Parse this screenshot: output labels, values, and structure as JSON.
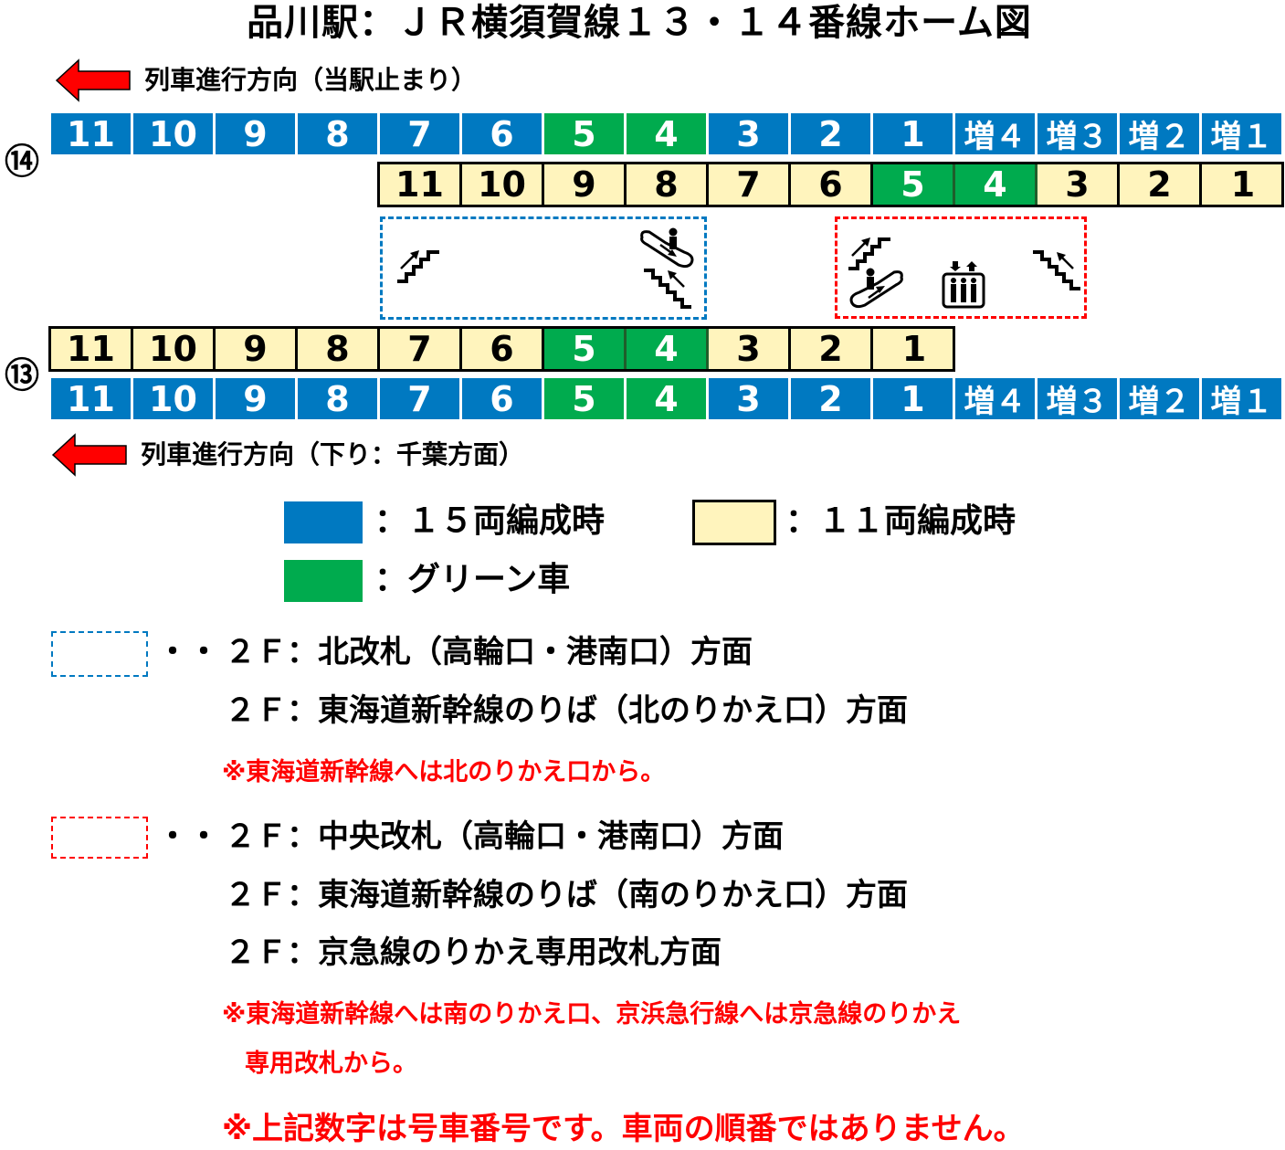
{
  "title": "品川駅：ＪＲ横須賀線１３・１４番線ホーム図",
  "direction_top": {
    "label": "列車進行方向（当駅止まり）",
    "arrow_color": "#ff0000"
  },
  "direction_bottom": {
    "label": "列車進行方向（下り：千葉方面）",
    "arrow_color": "#ff0000"
  },
  "track14": {
    "label": "⑭",
    "cars15": [
      "11",
      "10",
      "9",
      "8",
      "7",
      "6",
      "5",
      "4",
      "3",
      "2",
      "1",
      "増４",
      "増３",
      "増２",
      "増１"
    ],
    "cars11": [
      "11",
      "10",
      "9",
      "8",
      "7",
      "6",
      "5",
      "4",
      "3",
      "2",
      "1"
    ]
  },
  "track13": {
    "label": "⑬",
    "cars11": [
      "11",
      "10",
      "9",
      "8",
      "7",
      "6",
      "5",
      "4",
      "3",
      "2",
      "1"
    ],
    "cars15": [
      "11",
      "10",
      "9",
      "8",
      "7",
      "6",
      "5",
      "4",
      "3",
      "2",
      "1",
      "増４",
      "増３",
      "増２",
      "増１"
    ]
  },
  "green_cars": [
    "5",
    "4"
  ],
  "colors": {
    "car15": "#0079c1",
    "car11": "#fff4bd",
    "green": "#00ab4e",
    "north_exit": "#0079c1",
    "central_exit": "#ff0000",
    "note": "#ff0000"
  },
  "facilities": {
    "north": [
      "stairs-up-icon",
      "escalator-down-icon",
      "stairs-up-icon"
    ],
    "central": [
      "stairs-up-icon",
      "escalator-up-icon",
      "elevator-icon",
      "stairs-up-icon"
    ]
  },
  "legend": {
    "car15_label": "：１５両編成時",
    "car11_label": "：１１両編成時",
    "green_label": "：グリーン車"
  },
  "north_exits": {
    "lead": "・・",
    "lines": [
      "２Ｆ：北改札（高輪口・港南口）方面",
      "２Ｆ：東海道新幹線のりば（北のりかえ口）方面"
    ],
    "note": "※東海道新幹線へは北のりかえ口から。"
  },
  "central_exits": {
    "lead": "・・",
    "lines": [
      "２Ｆ：中央改札（高輪口・港南口）方面",
      "２Ｆ：東海道新幹線のりば（南のりかえ口）方面",
      "２Ｆ：京急線のりかえ専用改札方面"
    ],
    "note_line1": "※東海道新幹線へは南のりかえ口、京浜急行線へは京急線のりかえ",
    "note_line2": "専用改札から。"
  },
  "footer_note": "※上記数字は号車番号です。車両の順番ではありません。"
}
